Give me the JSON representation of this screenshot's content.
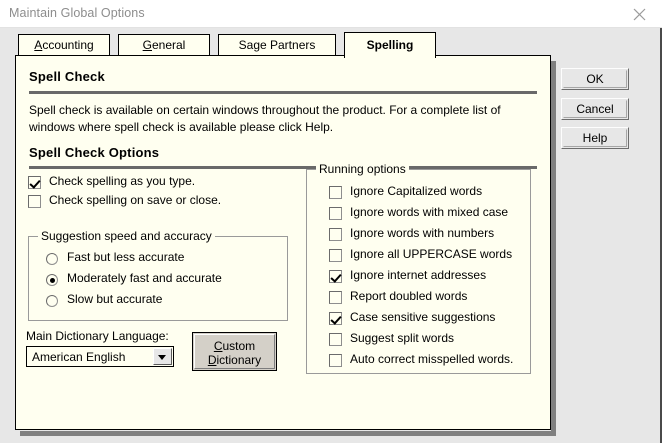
{
  "window": {
    "title": "Maintain Global Options",
    "close_icon": "close-icon"
  },
  "tabs": [
    {
      "label": "Accounting",
      "accel": "A",
      "active": false
    },
    {
      "label": "General",
      "accel": "G",
      "active": false
    },
    {
      "label": "Sage Partners",
      "accel": "g",
      "active": false
    },
    {
      "label": "Spelling",
      "accel": "",
      "active": true
    }
  ],
  "panel": {
    "heading": "Spell Check",
    "description_line1": "Spell check is available on certain windows throughout the product.  For a complete list of",
    "description_line2": "windows where spell check is available please click Help.",
    "options_heading": "Spell Check Options",
    "checkboxes": [
      {
        "label": "Check spelling as you type.",
        "checked": true
      },
      {
        "label": "Check spelling on save or close.",
        "checked": false
      }
    ],
    "suggestion_group": {
      "title": "Suggestion speed and accuracy",
      "options": [
        {
          "label": "Fast but less accurate",
          "selected": false
        },
        {
          "label": "Moderately fast and accurate",
          "selected": true
        },
        {
          "label": "Slow but accurate",
          "selected": false
        }
      ]
    },
    "dictionary": {
      "label": "Main Dictionary Language:",
      "value": "American English",
      "options": [
        "American English"
      ],
      "button_line1": "Custom",
      "button_line2": "Dictionary",
      "button_accel1": "C",
      "button_accel2": "D"
    },
    "running_group": {
      "title": "Running options",
      "options": [
        {
          "label": "Ignore Capitalized words",
          "checked": false
        },
        {
          "label": "Ignore words with mixed case",
          "checked": false
        },
        {
          "label": "Ignore words with numbers",
          "checked": false
        },
        {
          "label": "Ignore all UPPERCASE words",
          "checked": false
        },
        {
          "label": "Ignore internet addresses",
          "checked": true
        },
        {
          "label": "Report doubled words",
          "checked": false
        },
        {
          "label": "Case sensitive suggestions",
          "checked": true
        },
        {
          "label": "Suggest split words",
          "checked": false
        },
        {
          "label": "Auto correct misspelled words.",
          "checked": false
        }
      ]
    }
  },
  "side_buttons": [
    {
      "label": "OK",
      "name": "ok-button"
    },
    {
      "label": "Cancel",
      "name": "cancel-button"
    },
    {
      "label": "Help",
      "name": "help-button"
    }
  ],
  "colors": {
    "panel_bg": "#fffff0",
    "window_bg": "#e7e7e7",
    "rule": "#696969",
    "title_text": "#8d8d8d"
  }
}
